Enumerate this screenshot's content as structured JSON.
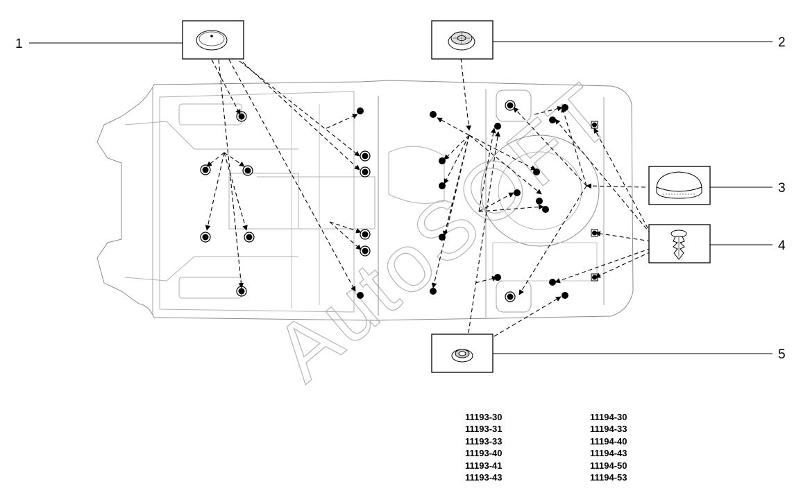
{
  "figure": {
    "callouts": [
      {
        "num": "1",
        "part": "round-plug-large-icon"
      },
      {
        "num": "2",
        "part": "grommet-plug-icon"
      },
      {
        "num": "3",
        "part": "round-cap-plug-icon"
      },
      {
        "num": "4",
        "part": "push-clip-fastener-icon"
      },
      {
        "num": "5",
        "part": "small-grommet-icon"
      }
    ],
    "watermark": "AutoSOFT",
    "part_codes": {
      "column_left": [
        "11193-30",
        "11193-31",
        "11193-33",
        "11193-40",
        "11193-41",
        "11193-43"
      ],
      "column_right": [
        "11194-30",
        "11194-33",
        "11194-40",
        "11194-43",
        "11194-50",
        "11194-53"
      ]
    }
  }
}
